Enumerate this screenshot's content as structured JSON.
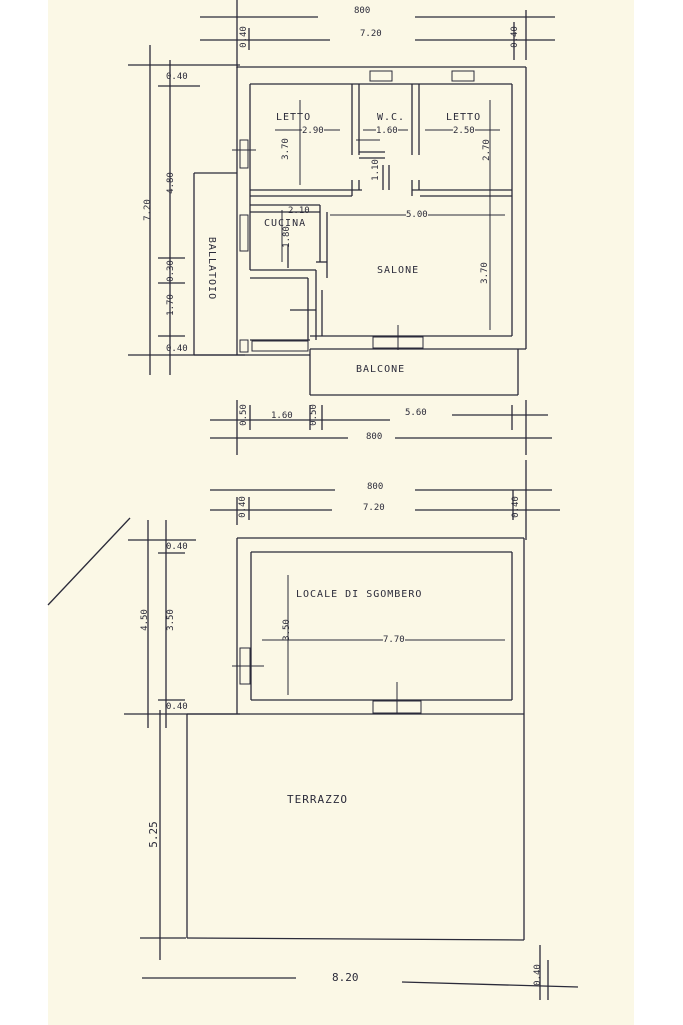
{
  "upper_plan": {
    "rooms": {
      "letto_left": "LETTO",
      "wc": "W.C.",
      "letto_right": "LETTO",
      "cucina": "CUCINA",
      "salone": "SALONE",
      "ballatoio": "BALLATOIO",
      "balcone": "BALCONE"
    },
    "dims": {
      "top_total": "800",
      "top_inner": "7.20",
      "top_left_wall": "0.40",
      "top_right_wall": "0.40",
      "letto_left_w": "2.90",
      "letto_left_h": "3.70",
      "wc_w": "1.60",
      "wc_h": "1.10",
      "letto_right_w": "2.50",
      "letto_right_h": "2.70",
      "cucina_w": "2.10",
      "cucina_h": "1.80",
      "salone_w": "5.00",
      "salone_h": "3.70",
      "left_total": "7.20",
      "left_seg1": "0.40",
      "left_seg2": "4.80",
      "left_seg3": "0.30",
      "left_seg4": "1.70",
      "left_seg5": "0.40",
      "bottom_a": "0.50",
      "bottom_b": "1.60",
      "bottom_c": "0.50",
      "bottom_d": "5.60",
      "bottom_total": "800"
    }
  },
  "lower_plan": {
    "rooms": {
      "locale": "LOCALE DI SGOMBERO",
      "terrazzo": "TERRAZZO"
    },
    "dims": {
      "top_total": "800",
      "top_inner": "7.20",
      "top_left_wall": "0.40",
      "top_right_wall": "0.40",
      "locale_w": "7.70",
      "locale_h": "3.50",
      "left_a": "0.40",
      "left_b": "4.50",
      "left_c": "3.50",
      "left_d": "0.40",
      "terrazzo_h": "5.25",
      "bottom_total": "8.20",
      "bottom_wall": "0.40"
    }
  }
}
